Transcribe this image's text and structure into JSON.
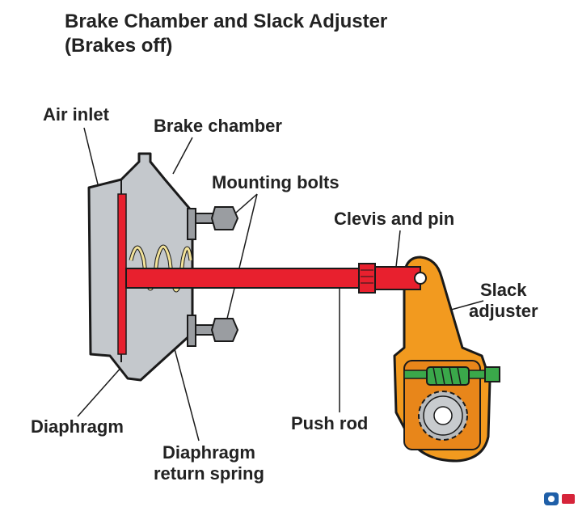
{
  "title": {
    "line1": "Brake Chamber and Slack Adjuster",
    "line2": "(Brakes off)"
  },
  "labels": {
    "air_inlet": "Air inlet",
    "brake_chamber": "Brake chamber",
    "mounting_bolts": "Mounting bolts",
    "clevis_and_pin": "Clevis and pin",
    "slack_adjuster_line1": "Slack",
    "slack_adjuster_line2": "adjuster",
    "diaphragm": "Diaphragm",
    "push_rod": "Push rod",
    "return_spring_line1": "Diaphragm",
    "return_spring_line2": "return spring"
  },
  "colors": {
    "chamber": "#c4c8cc",
    "outline": "#1a1a1a",
    "push_rod": "#e8202e",
    "slack_adjuster": "#f29a1f",
    "spring": "#f3e39a",
    "worm_gear": "#3aa84a",
    "bolt": "#9a9da1"
  },
  "icons": {
    "watermark": "site-logo-icon"
  }
}
